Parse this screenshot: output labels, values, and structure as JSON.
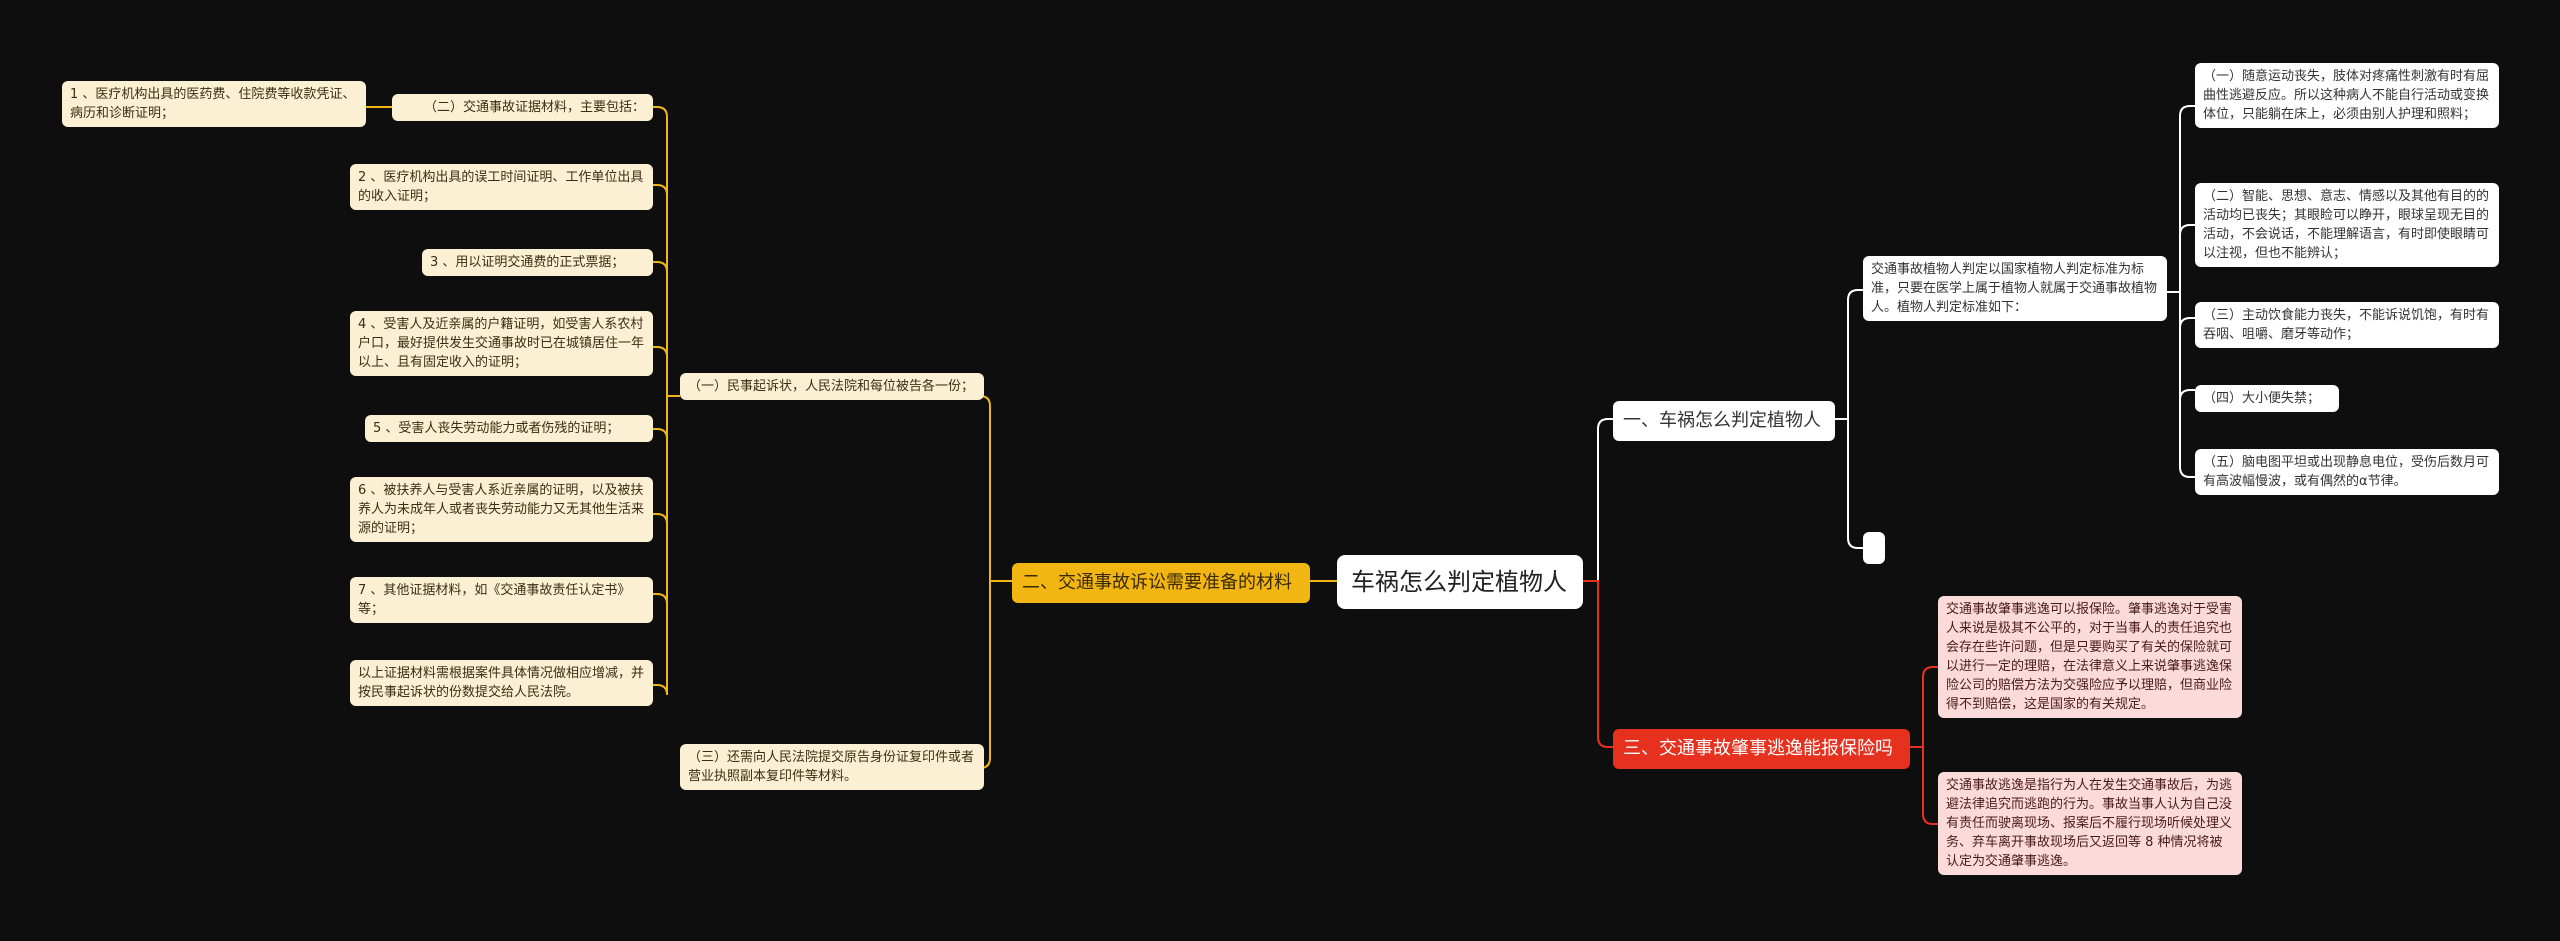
{
  "colors": {
    "background": "#0e0e0e",
    "yellow_branch": "#f1b612",
    "yellow_leaf": "#fbf0d3",
    "white_branch": "#ffffff",
    "red_branch": "#e6311f",
    "pink_leaf": "#fbdada"
  },
  "root": {
    "label": "车祸怎么判定植物人"
  },
  "branch_one": {
    "label": "一、车祸怎么判定植物人",
    "intro": "交通事故植物人判定以国家植物人判定标准为标准，只要在医学上属于植物人就属于交通事故植物人。植物人判定标准如下：",
    "criteria": [
      "（一）随意运动丧失，肢体对疼痛性刺激有时有屈曲性逃避反应。所以这种病人不能自行活动或变换体位，只能躺在床上，必须由别人护理和照料；",
      "（二）智能、思想、意志、情感以及其他有目的的活动均已丧失；其眼睑可以睁开，眼球呈现无目的活动，不会说话，不能理解语言，有时即使眼睛可以注视，但也不能辨认；",
      "（三）主动饮食能力丧失，不能诉说饥饱，有时有吞咽、咀嚼、磨牙等动作；",
      "（四）大小便失禁；",
      "（五）脑电图平坦或出现静息电位，受伤后数月可有高波幅慢波，或有偶然的α节律。"
    ],
    "empty_node": ""
  },
  "branch_two": {
    "label": "二、交通事故诉讼需要准备的材料",
    "sub": [
      {
        "label": "（一）民事起诉状，人民法院和每位被告各一份；",
        "children": [
          {
            "label": "（二）交通事故证据材料，主要包括：",
            "children": [
              "1 、医疗机构出具的医药费、住院费等收款凭证、病历和诊断证明；"
            ]
          },
          {
            "label": "2 、医疗机构出具的误工时间证明、工作单位出具的收入证明；"
          },
          {
            "label": "3 、用以证明交通费的正式票据；"
          },
          {
            "label": "4 、受害人及近亲属的户籍证明，如受害人系农村户口，最好提供发生交通事故时已在城镇居住一年以上、且有固定收入的证明；"
          },
          {
            "label": "5 、受害人丧失劳动能力或者伤残的证明；"
          },
          {
            "label": "6 、被扶养人与受害人系近亲属的证明，以及被扶养人为未成年人或者丧失劳动能力又无其他生活来源的证明；"
          },
          {
            "label": "7 、其他证据材料，如《交通事故责任认定书》等；"
          },
          {
            "label": "以上证据材料需根据案件具体情况做相应增减，并按民事起诉状的份数提交给人民法院。"
          }
        ]
      },
      {
        "label": "（三）还需向人民法院提交原告身份证复印件或者营业执照副本复印件等材料。"
      }
    ]
  },
  "branch_three": {
    "label": "三、交通事故肇事逃逸能报保险吗",
    "items": [
      "交通事故肇事逃逸可以报保险。肇事逃逸对于受害人来说是极其不公平的，对于当事人的责任追究也会存在些许问题，但是只要购买了有关的保险就可以进行一定的理赔，在法律意义上来说肇事逃逸保险公司的赔偿方法为交强险应予以理赔，但商业险得不到赔偿，这是国家的有关规定。",
      "交通事故逃逸是指行为人在发生交通事故后，为逃避法律追究而逃跑的行为。事故当事人认为自己没有责任而驶离现场、报案后不履行现场听候处理义务、弃车离开事故现场后又返回等 8 种情况将被认定为交通肇事逃逸。"
    ]
  }
}
